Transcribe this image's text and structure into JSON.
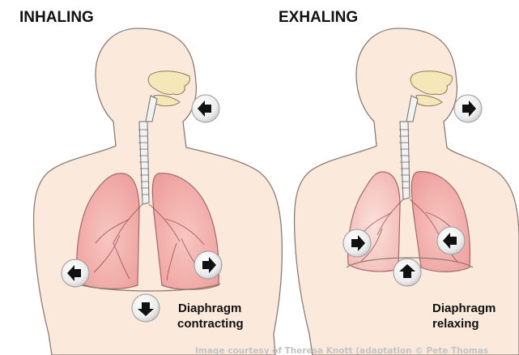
{
  "panels": [
    {
      "heading": "INHALING",
      "label_line1": "Diaphragm",
      "label_line2": "contracting"
    },
    {
      "heading": "EXHALING",
      "label_line1": "Diaphragm",
      "label_line2": "relaxing"
    }
  ],
  "credit": "Image courtesy of Theresa Knott (adaptation © Pete Thomas",
  "colors": {
    "skin": "#fbe9dc",
    "lung": "#f0a3a3",
    "arrow": "#111111"
  },
  "icons": {
    "inhale": [
      "arrow-into-mouth-icon",
      "arrow-left-outward-icon",
      "arrow-right-outward-icon",
      "arrow-down-diaphragm-icon"
    ],
    "exhale": [
      "arrow-out-of-mouth-icon",
      "arrow-right-inward-icon",
      "arrow-left-inward-icon",
      "arrow-up-diaphragm-icon"
    ]
  }
}
